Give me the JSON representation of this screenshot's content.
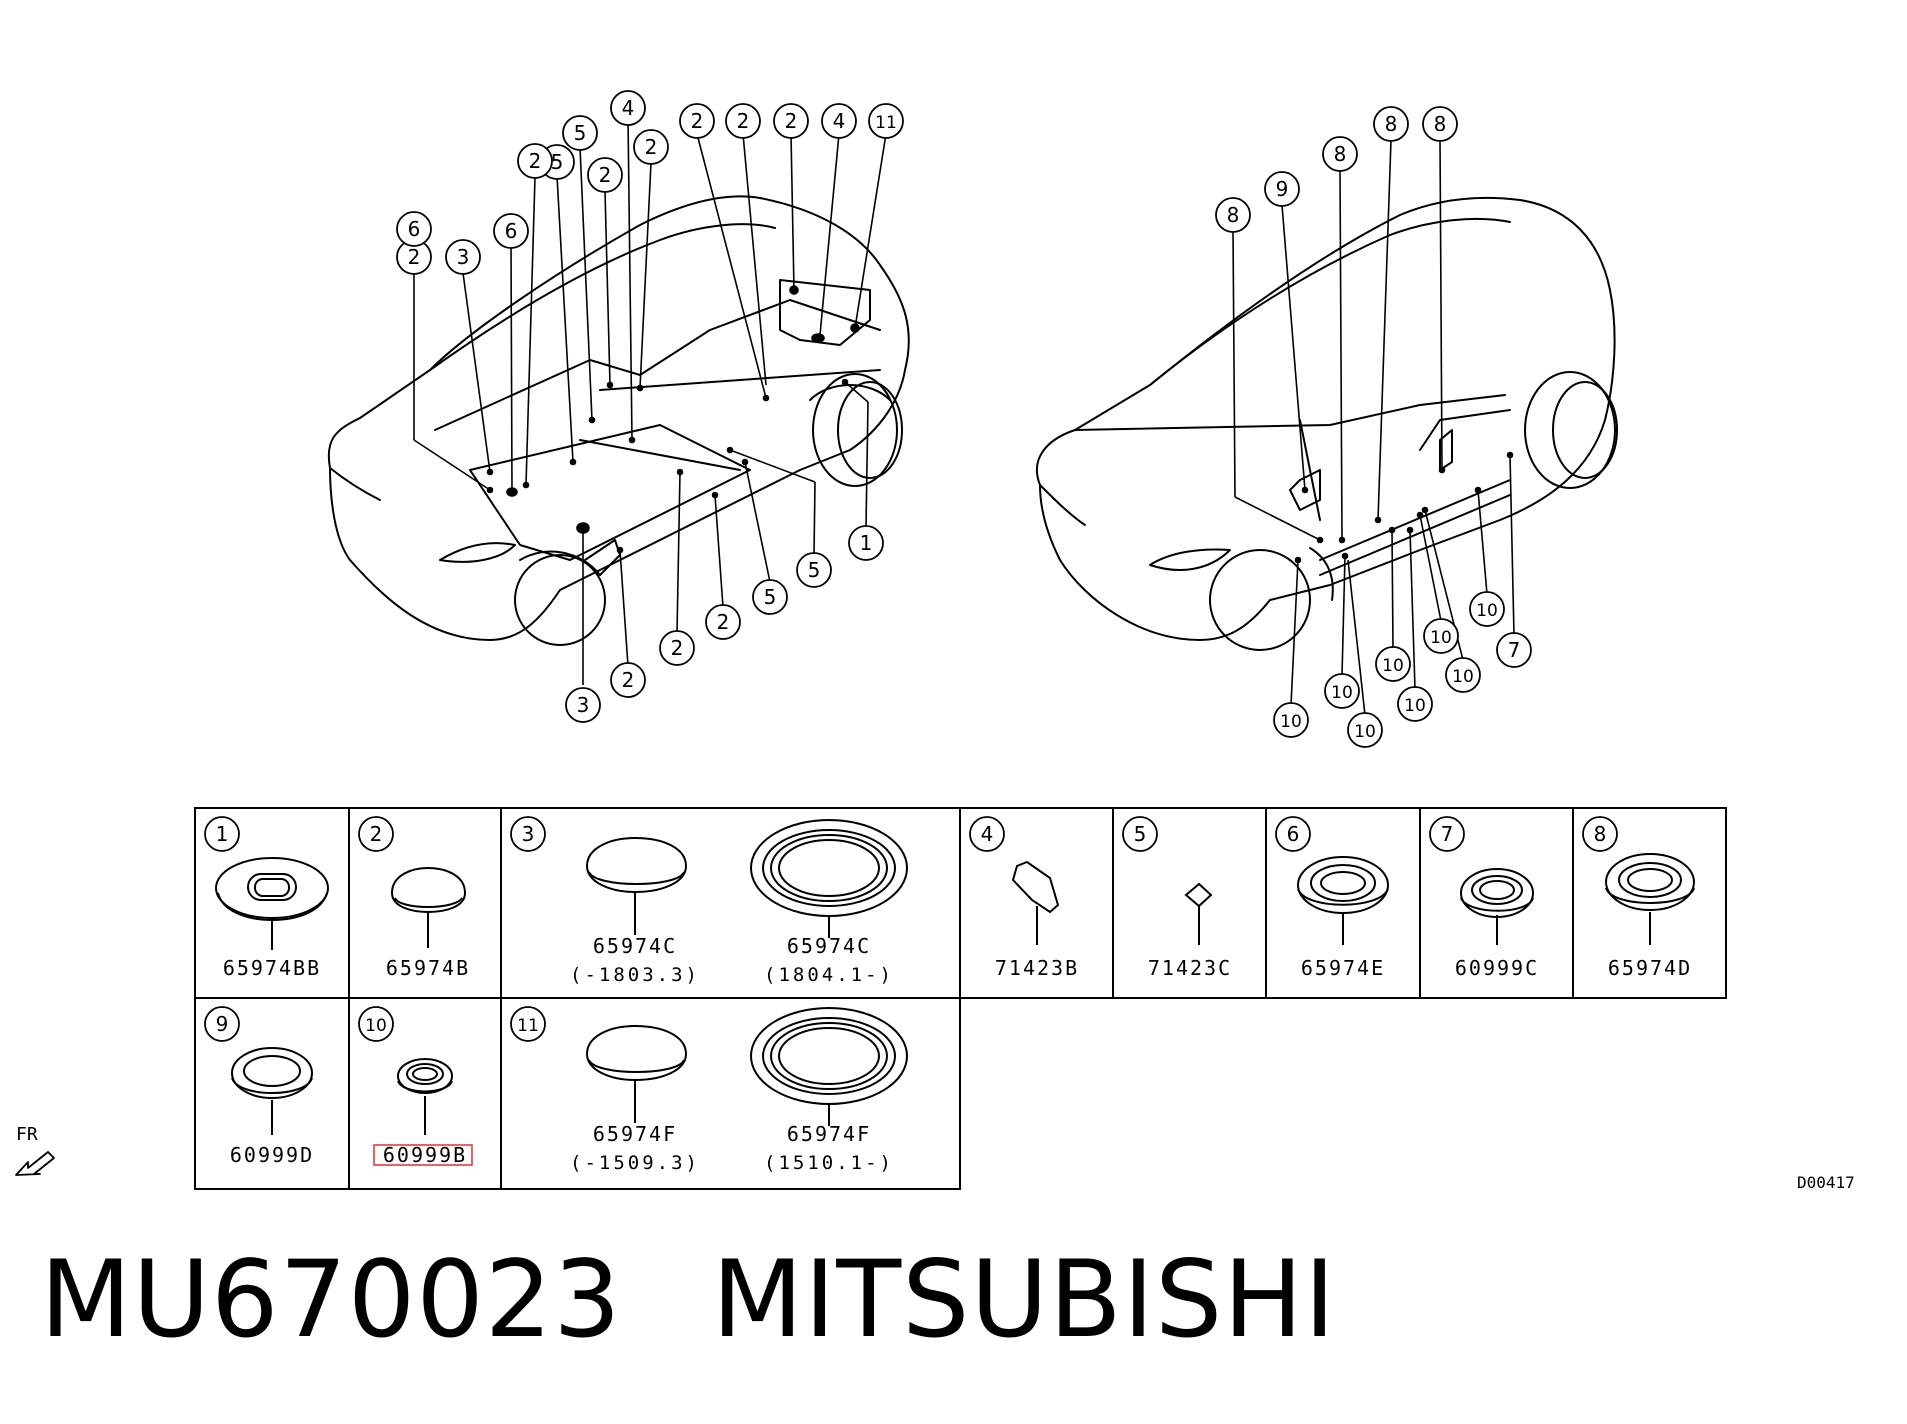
{
  "front_view": {
    "callouts": [
      "2",
      "2",
      "2",
      "4",
      "11",
      "4",
      "2",
      "5",
      "2",
      "5",
      "2",
      "6",
      "3",
      "2",
      "6",
      "1",
      "5",
      "5",
      "2",
      "2",
      "2",
      "3"
    ]
  },
  "rear_view": {
    "callouts": [
      "8",
      "8",
      "8",
      "9",
      "8",
      "10",
      "10",
      "10",
      "10",
      "10",
      "10",
      "10",
      "10",
      "7"
    ]
  },
  "parts_table": [
    {
      "no": "1",
      "codes": [
        "65974BB"
      ]
    },
    {
      "no": "2",
      "codes": [
        "65974B"
      ]
    },
    {
      "no": "3",
      "codes": [
        "65974C",
        "65974C"
      ],
      "ranges": [
        "(-1803.3)",
        "(1804.1-)"
      ]
    },
    {
      "no": "4",
      "codes": [
        "71423B"
      ]
    },
    {
      "no": "5",
      "codes": [
        "71423C"
      ]
    },
    {
      "no": "6",
      "codes": [
        "65974E"
      ]
    },
    {
      "no": "7",
      "codes": [
        "60999C"
      ]
    },
    {
      "no": "8",
      "codes": [
        "65974D"
      ]
    },
    {
      "no": "9",
      "codes": [
        "60999D"
      ]
    },
    {
      "no": "10",
      "codes": [
        "60999B"
      ],
      "highlight": true
    },
    {
      "no": "11",
      "codes": [
        "65974F",
        "65974F"
      ],
      "ranges": [
        "(-1509.3)",
        "(1510.1-)"
      ]
    }
  ],
  "direction_label": "FR",
  "diagram_code": "D00417",
  "footer": {
    "part_number": "MU670023",
    "brand": "MITSUBISHI"
  },
  "colors": {
    "line": "#000000",
    "highlight": "#e03030"
  }
}
